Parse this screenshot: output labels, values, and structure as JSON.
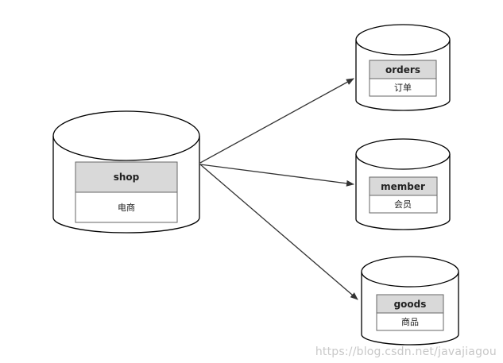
{
  "databases": {
    "shop": {
      "name": "shop",
      "label": "电商"
    },
    "orders": {
      "name": "orders",
      "label": "订单"
    },
    "member": {
      "name": "member",
      "label": "会员"
    },
    "goods": {
      "name": "goods",
      "label": "商品"
    }
  },
  "watermark": "https://blog.csdn.net/javajiagou"
}
